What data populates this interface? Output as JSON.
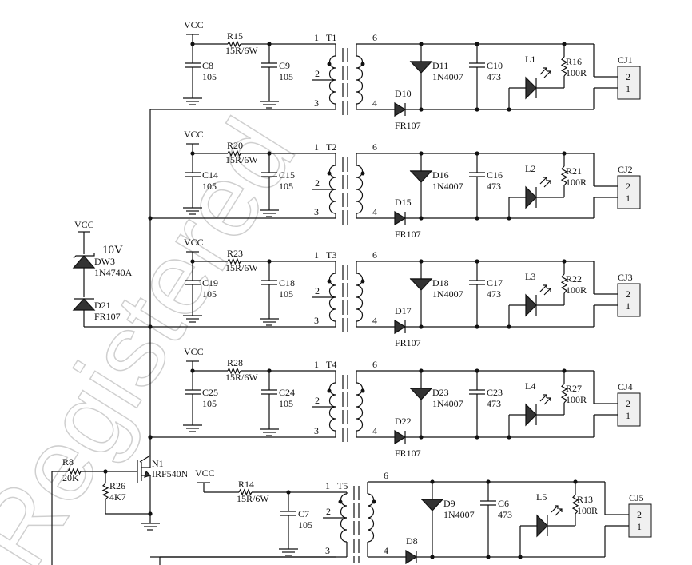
{
  "title": "Multi-channel isolated LED driver schematic",
  "watermark": "Registered",
  "colors": {
    "wire": "#111111",
    "connector_fill": "#f0f0f0",
    "watermark": "#cfcfcf"
  },
  "common": {
    "vcc": "VCC",
    "zener_voltage": "10V",
    "zener": {
      "name": "DW3",
      "value": "1N4740A"
    },
    "diode": {
      "name": "D21",
      "value": "FR107"
    },
    "base_resistor": {
      "name": "R8",
      "value": "20K"
    },
    "pulldown_resistor": {
      "name": "R26",
      "value": "4K7"
    },
    "mosfet": {
      "name": "N1",
      "value": "IRF540N"
    }
  },
  "channels": [
    {
      "vcc": "VCC",
      "r": {
        "name": "R15",
        "value": "15R/6W"
      },
      "c1": {
        "name": "C8",
        "value": "105"
      },
      "c2": {
        "name": "C9",
        "value": "105"
      },
      "t": "T1",
      "pins": [
        "1",
        "2",
        "3",
        "4",
        "6"
      ],
      "drect": {
        "name": "D11",
        "value": "1N4007"
      },
      "dser": {
        "name": "D10",
        "value": "FR107"
      },
      "cout": {
        "name": "C10",
        "value": "473"
      },
      "led": "L1",
      "rled": {
        "name": "R16",
        "value": "100R"
      },
      "cj": {
        "name": "CJ1",
        "pins": [
          "2",
          "1"
        ]
      }
    },
    {
      "vcc": "VCC",
      "r": {
        "name": "R20",
        "value": "15R/6W"
      },
      "c1": {
        "name": "C14",
        "value": "105"
      },
      "c2": {
        "name": "C15",
        "value": "105"
      },
      "t": "T2",
      "pins": [
        "1",
        "2",
        "3",
        "4",
        "6"
      ],
      "drect": {
        "name": "D16",
        "value": "1N4007"
      },
      "dser": {
        "name": "D15",
        "value": "FR107"
      },
      "cout": {
        "name": "C16",
        "value": "473"
      },
      "led": "L2",
      "rled": {
        "name": "R21",
        "value": "100R"
      },
      "cj": {
        "name": "CJ2",
        "pins": [
          "2",
          "1"
        ]
      }
    },
    {
      "vcc": "VCC",
      "r": {
        "name": "R23",
        "value": "15R/6W"
      },
      "c1": {
        "name": "C19",
        "value": "105"
      },
      "c2": {
        "name": "C18",
        "value": "105"
      },
      "t": "T3",
      "pins": [
        "1",
        "2",
        "3",
        "4",
        "6"
      ],
      "drect": {
        "name": "D18",
        "value": "1N4007"
      },
      "dser": {
        "name": "D17",
        "value": "FR107"
      },
      "cout": {
        "name": "C17",
        "value": "473"
      },
      "led": "L3",
      "rled": {
        "name": "R22",
        "value": "100R"
      },
      "cj": {
        "name": "CJ3",
        "pins": [
          "2",
          "1"
        ]
      }
    },
    {
      "vcc": "VCC",
      "r": {
        "name": "R28",
        "value": "15R/6W"
      },
      "c1": {
        "name": "C25",
        "value": "105"
      },
      "c2": {
        "name": "C24",
        "value": "105"
      },
      "t": "T4",
      "pins": [
        "1",
        "2",
        "3",
        "4",
        "6"
      ],
      "drect": {
        "name": "D23",
        "value": "1N4007"
      },
      "dser": {
        "name": "D22",
        "value": "FR107"
      },
      "cout": {
        "name": "C23",
        "value": "473"
      },
      "led": "L4",
      "rled": {
        "name": "R27",
        "value": "100R"
      },
      "cj": {
        "name": "CJ4",
        "pins": [
          "2",
          "1"
        ]
      }
    },
    {
      "vcc": "VCC",
      "r": {
        "name": "R14",
        "value": "15R/6W"
      },
      "c2": {
        "name": "C7",
        "value": "105"
      },
      "t": "T5",
      "pins": [
        "1",
        "2",
        "3",
        "4",
        "6"
      ],
      "drect": {
        "name": "D9",
        "value": "1N4007"
      },
      "dser": {
        "name": "D8",
        "value": ""
      },
      "cout": {
        "name": "C6",
        "value": "473"
      },
      "led": "L5",
      "rled": {
        "name": "R13",
        "value": "100R"
      },
      "cj": {
        "name": "CJ5",
        "pins": [
          "2",
          "1"
        ]
      }
    }
  ]
}
